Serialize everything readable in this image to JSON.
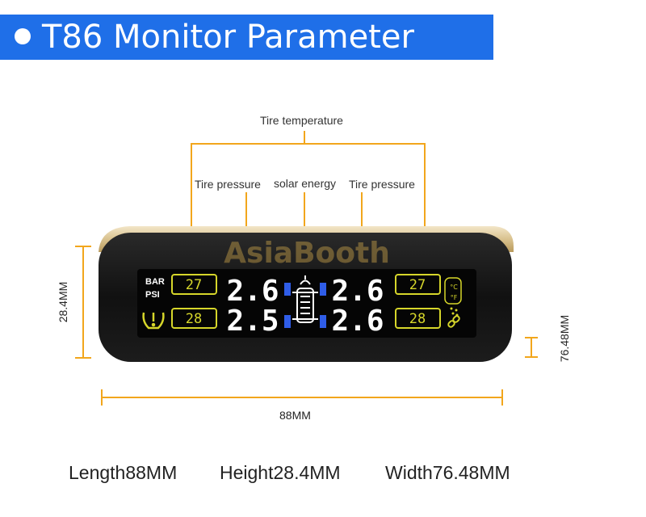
{
  "banner": {
    "title": "T86 Monitor Parameter",
    "bg_color": "#1f6fe8",
    "bullet": "filled-circle"
  },
  "callouts": {
    "tire_temperature": "Tire temperature",
    "tire_pressure_left": "Tire pressure",
    "solar_energy": "solar energy",
    "tire_pressure_right": "Tire pressure",
    "callout_color": "#f2a61c"
  },
  "display": {
    "unit_bar": "BAR",
    "unit_psi": "PSI",
    "front_left_temp": "27",
    "rear_left_temp": "28",
    "front_left_pressure": "2.6",
    "rear_left_pressure": "2.5",
    "front_right_pressure": "2.6",
    "rear_right_pressure": "2.6",
    "front_right_temp": "27",
    "rear_right_temp": "28",
    "temp_unit_c": "°C",
    "temp_unit_f": "°F",
    "watermark": "AsiaBooth"
  },
  "dimensions": {
    "height_label": "28.4MM",
    "width_label": "76.48MM",
    "length_label": "88MM"
  },
  "specs": {
    "length": "Length88MM",
    "height": "Height28.4MM",
    "width": "Width76.48MM"
  }
}
